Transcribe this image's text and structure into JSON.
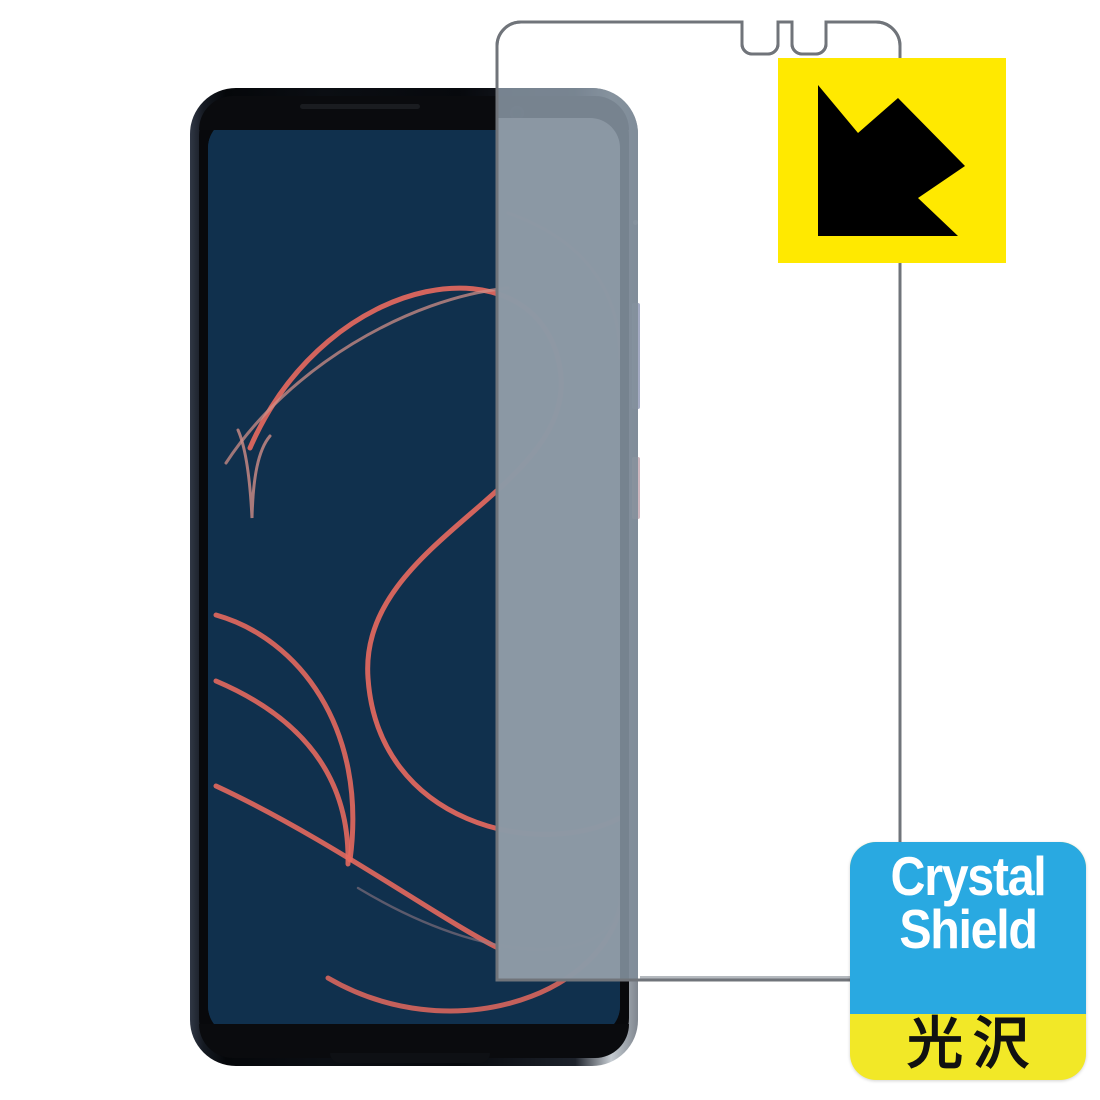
{
  "product": {
    "type": "screen-protector-product-photo",
    "brand_badge": {
      "name": "impact-absorption-badge",
      "icon": "down-right-arrow-icon",
      "background_color": "#ffe900",
      "arrow_color": "#000000"
    },
    "series_badge": {
      "title_line_1": "Crystal",
      "title_line_2": "Shield",
      "subtitle": "光沢",
      "top_color": "#29a9e1",
      "bottom_color": "#f2e827",
      "title_color": "#ffffff",
      "subtitle_color": "#111111"
    }
  },
  "device": {
    "name": "smartphone",
    "body_color": "#0a0c11",
    "frame_highlight_color": "#c6ccd2",
    "screen": {
      "name": "phone-screen",
      "background_color": "#10304d",
      "wallpaper": {
        "name": "s-curve-wallpaper",
        "stroke_color": "#e4695e",
        "stroke_color_light": "#d98a84",
        "description": "stylized S monogram of thin coral curves"
      }
    },
    "components": {
      "earpiece": "earpiece-speaker",
      "front_camera": "front-camera-icon",
      "power_button": "power-button",
      "volume_button": "volume-button",
      "microphone": "microphone-hole"
    }
  },
  "film": {
    "name": "screen-protector-film",
    "outline_color": "#6f7378",
    "tint_color": "rgba(123,138,152,0.78)",
    "notches": [
      {
        "name": "sensor-notch-left"
      },
      {
        "name": "sensor-notch-right"
      }
    ],
    "description": "transparent glossy protector overlaying right half of device"
  }
}
